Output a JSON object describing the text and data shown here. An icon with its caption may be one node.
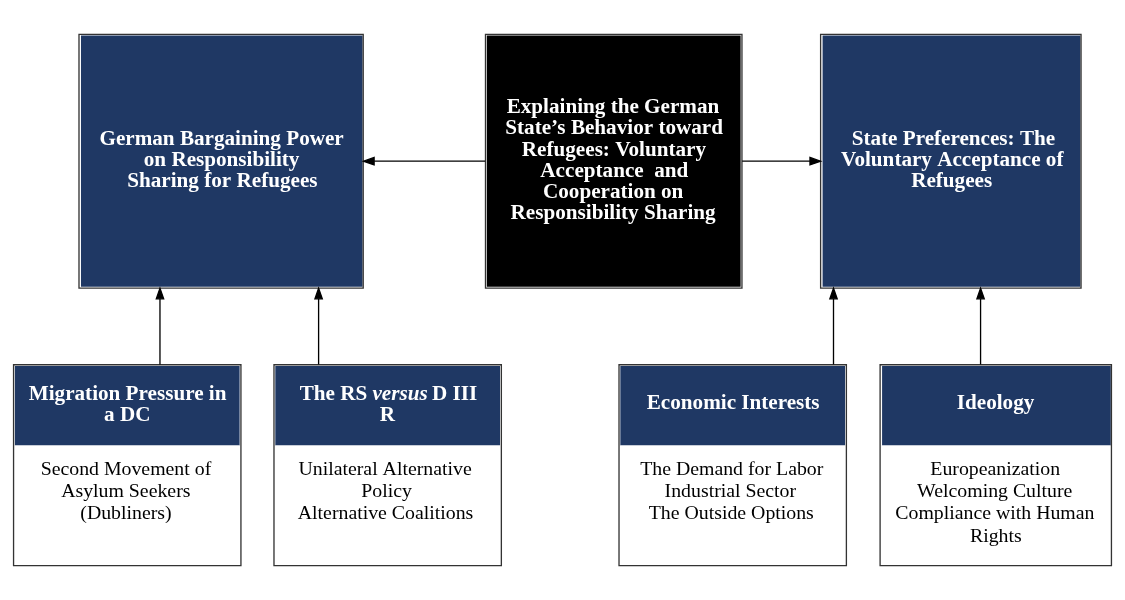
{
  "diagram": {
    "nodes": [
      {
        "text": [
          "German Bargaining Power on Responsibility Sharing for Refugees"
        ]
      },
      {
        "text": [
          "Explaining the German State’s Behavior toward Refugees: Voluntary Acceptance  and Cooperation on Responsibility Sharing"
        ]
      },
      {
        "text": [
          "State Preferences: The Voluntary Acceptance of Refugees"
        ]
      },
      {
        "text": [
          "Migration Pressure in a DC",
          "Second Movement of Asylum Seekers (Dubliners)"
        ]
      },
      {
        "text": [
          "The RS *versus* D III R",
          "Unilateral Alternative Policy",
          "Alternative Coalitions"
        ]
      },
      {
        "text": [
          "Economic Interests",
          "The Demand for Labor",
          "Industrial Sector",
          "The Outside Options"
        ]
      },
      {
        "text": [
          "Ideology",
          "Europeanization",
          "Welcoming Culture",
          "Compliance with Human Rights"
        ]
      }
    ],
    "edges": [
      {
        "from": 1,
        "to": 0,
        "arrow": "to"
      },
      {
        "from": 1,
        "to": 2,
        "arrow": "to"
      },
      {
        "from": 3,
        "to": 0,
        "arrow": "to"
      },
      {
        "from": 4,
        "to": 0,
        "arrow": "to"
      },
      {
        "from": 5,
        "to": 2,
        "arrow": "to"
      },
      {
        "from": 6,
        "to": 2,
        "arrow": "to"
      }
    ]
  }
}
